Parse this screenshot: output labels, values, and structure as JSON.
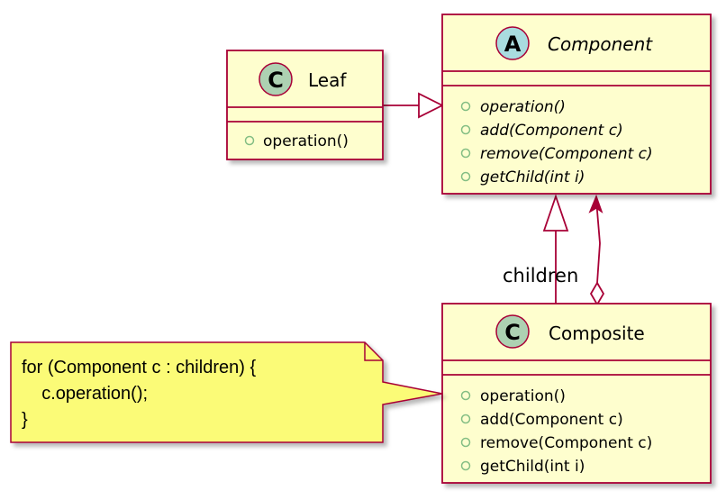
{
  "diagram": {
    "classes": {
      "component": {
        "stereotype_letter": "A",
        "name": "Component",
        "methods": [
          "operation()",
          "add(Component c)",
          "remove(Component c)",
          "getChild(int i)"
        ]
      },
      "leaf": {
        "stereotype_letter": "C",
        "name": "Leaf",
        "methods": [
          "operation()"
        ]
      },
      "composite": {
        "stereotype_letter": "C",
        "name": "Composite",
        "methods": [
          "operation()",
          "add(Component c)",
          "remove(Component c)",
          "getChild(int i)"
        ]
      }
    },
    "relations": {
      "composite_children_label": "children"
    },
    "note": {
      "lines": [
        "for (Component c : children) {",
        "    c.operation();",
        "}"
      ]
    },
    "colors": {
      "class_fill": "#fefece",
      "border": "#a80036",
      "abstract_circle": "#a9dcdf",
      "class_circle": "#add1b2",
      "method_dot": "#84be84",
      "note_fill": "#fbfb77"
    }
  }
}
